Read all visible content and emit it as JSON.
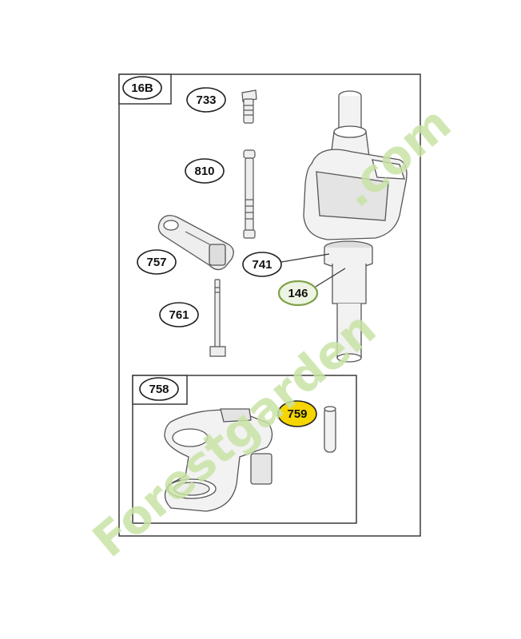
{
  "diagram": {
    "section_label": "16B",
    "subassembly_label": "758",
    "parts": [
      {
        "id": "733",
        "name": "screw"
      },
      {
        "id": "810",
        "name": "valve-tappet-rod"
      },
      {
        "id": "757",
        "name": "connecting-rod"
      },
      {
        "id": "741",
        "name": "crankshaft"
      },
      {
        "id": "146",
        "name": "crankshaft-gear"
      },
      {
        "id": "761",
        "name": "connecting-rod-bolt"
      },
      {
        "id": "759",
        "name": "dowel-pin"
      }
    ],
    "highlight_color": "#f6d500",
    "green_ring_color": "#7fa34a"
  },
  "watermark": {
    "text_main": "Forestgarden",
    "text_tail": ".com",
    "color": "#c9e3a6"
  }
}
